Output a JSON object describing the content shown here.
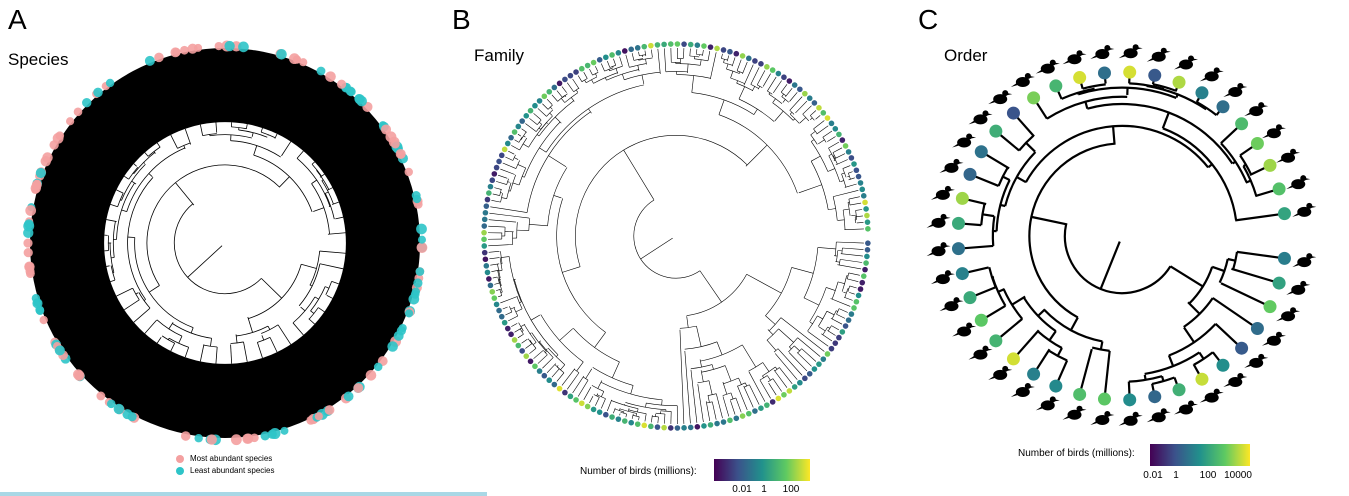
{
  "panels": {
    "a": {
      "letter": "A",
      "title": "Species"
    },
    "b": {
      "letter": "B",
      "title": "Family"
    },
    "c": {
      "letter": "C",
      "title": "Order"
    }
  },
  "legend_a": {
    "most_label": "Most abundant species",
    "least_label": "Least abundant species",
    "most_color": "#f4a0a0",
    "least_color": "#2ec4c8"
  },
  "colorbar_b": {
    "label": "Number of birds (millions):",
    "ticks": [
      "0.01",
      "1",
      "100"
    ]
  },
  "colorbar_c": {
    "label": "Number of birds (millions):",
    "ticks": [
      "0.01",
      "1",
      "100",
      "10000"
    ]
  },
  "colors": {
    "viridis": [
      "#440154",
      "#3b528b",
      "#21918c",
      "#5ec962",
      "#fde725"
    ]
  }
}
